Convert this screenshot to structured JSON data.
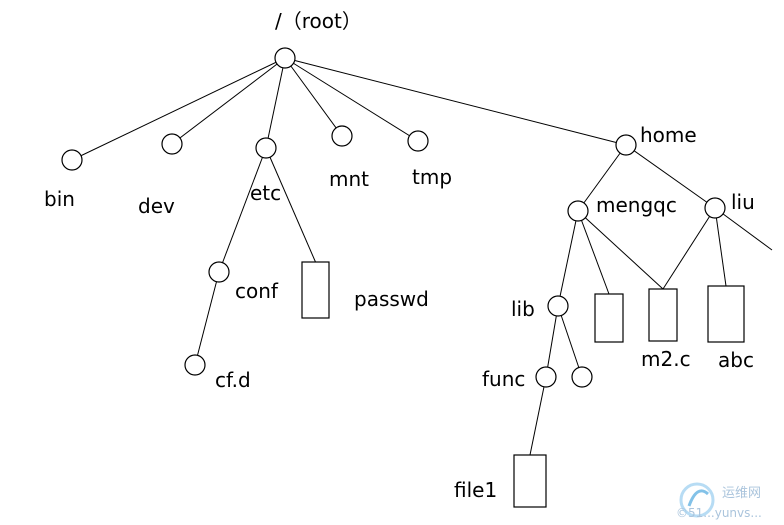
{
  "diagram": {
    "root_label": "/（root）",
    "nodes": {
      "root": "",
      "bin": "bin",
      "dev": "dev",
      "etc": "etc",
      "mnt": "mnt",
      "tmp": "tmp",
      "home": "home",
      "conf": "conf",
      "passwd": "passwd",
      "cfd": "cf.d",
      "mengqc": "mengqc",
      "liu": "liu",
      "lib": "lib",
      "m2c": "m2.c",
      "abc": "abc",
      "func": "func",
      "file1": "file1"
    },
    "edges": [
      [
        "root",
        "bin"
      ],
      [
        "root",
        "dev"
      ],
      [
        "root",
        "etc"
      ],
      [
        "root",
        "mnt"
      ],
      [
        "root",
        "tmp"
      ],
      [
        "root",
        "home"
      ],
      [
        "etc",
        "conf"
      ],
      [
        "etc",
        "passwd"
      ],
      [
        "conf",
        "cfd"
      ],
      [
        "home",
        "mengqc"
      ],
      [
        "home",
        "liu"
      ],
      [
        "mengqc",
        "lib"
      ],
      [
        "mengqc",
        "mengqc_file"
      ],
      [
        "mengqc",
        "m2c"
      ],
      [
        "liu",
        "m2c"
      ],
      [
        "liu",
        "abc"
      ],
      [
        "liu",
        "liu_more"
      ],
      [
        "lib",
        "func"
      ],
      [
        "lib",
        "lib_child"
      ],
      [
        "func",
        "file1"
      ]
    ]
  },
  "watermark": {
    "text_cn": "运维网",
    "text_latin": "©51...yunvs..."
  }
}
